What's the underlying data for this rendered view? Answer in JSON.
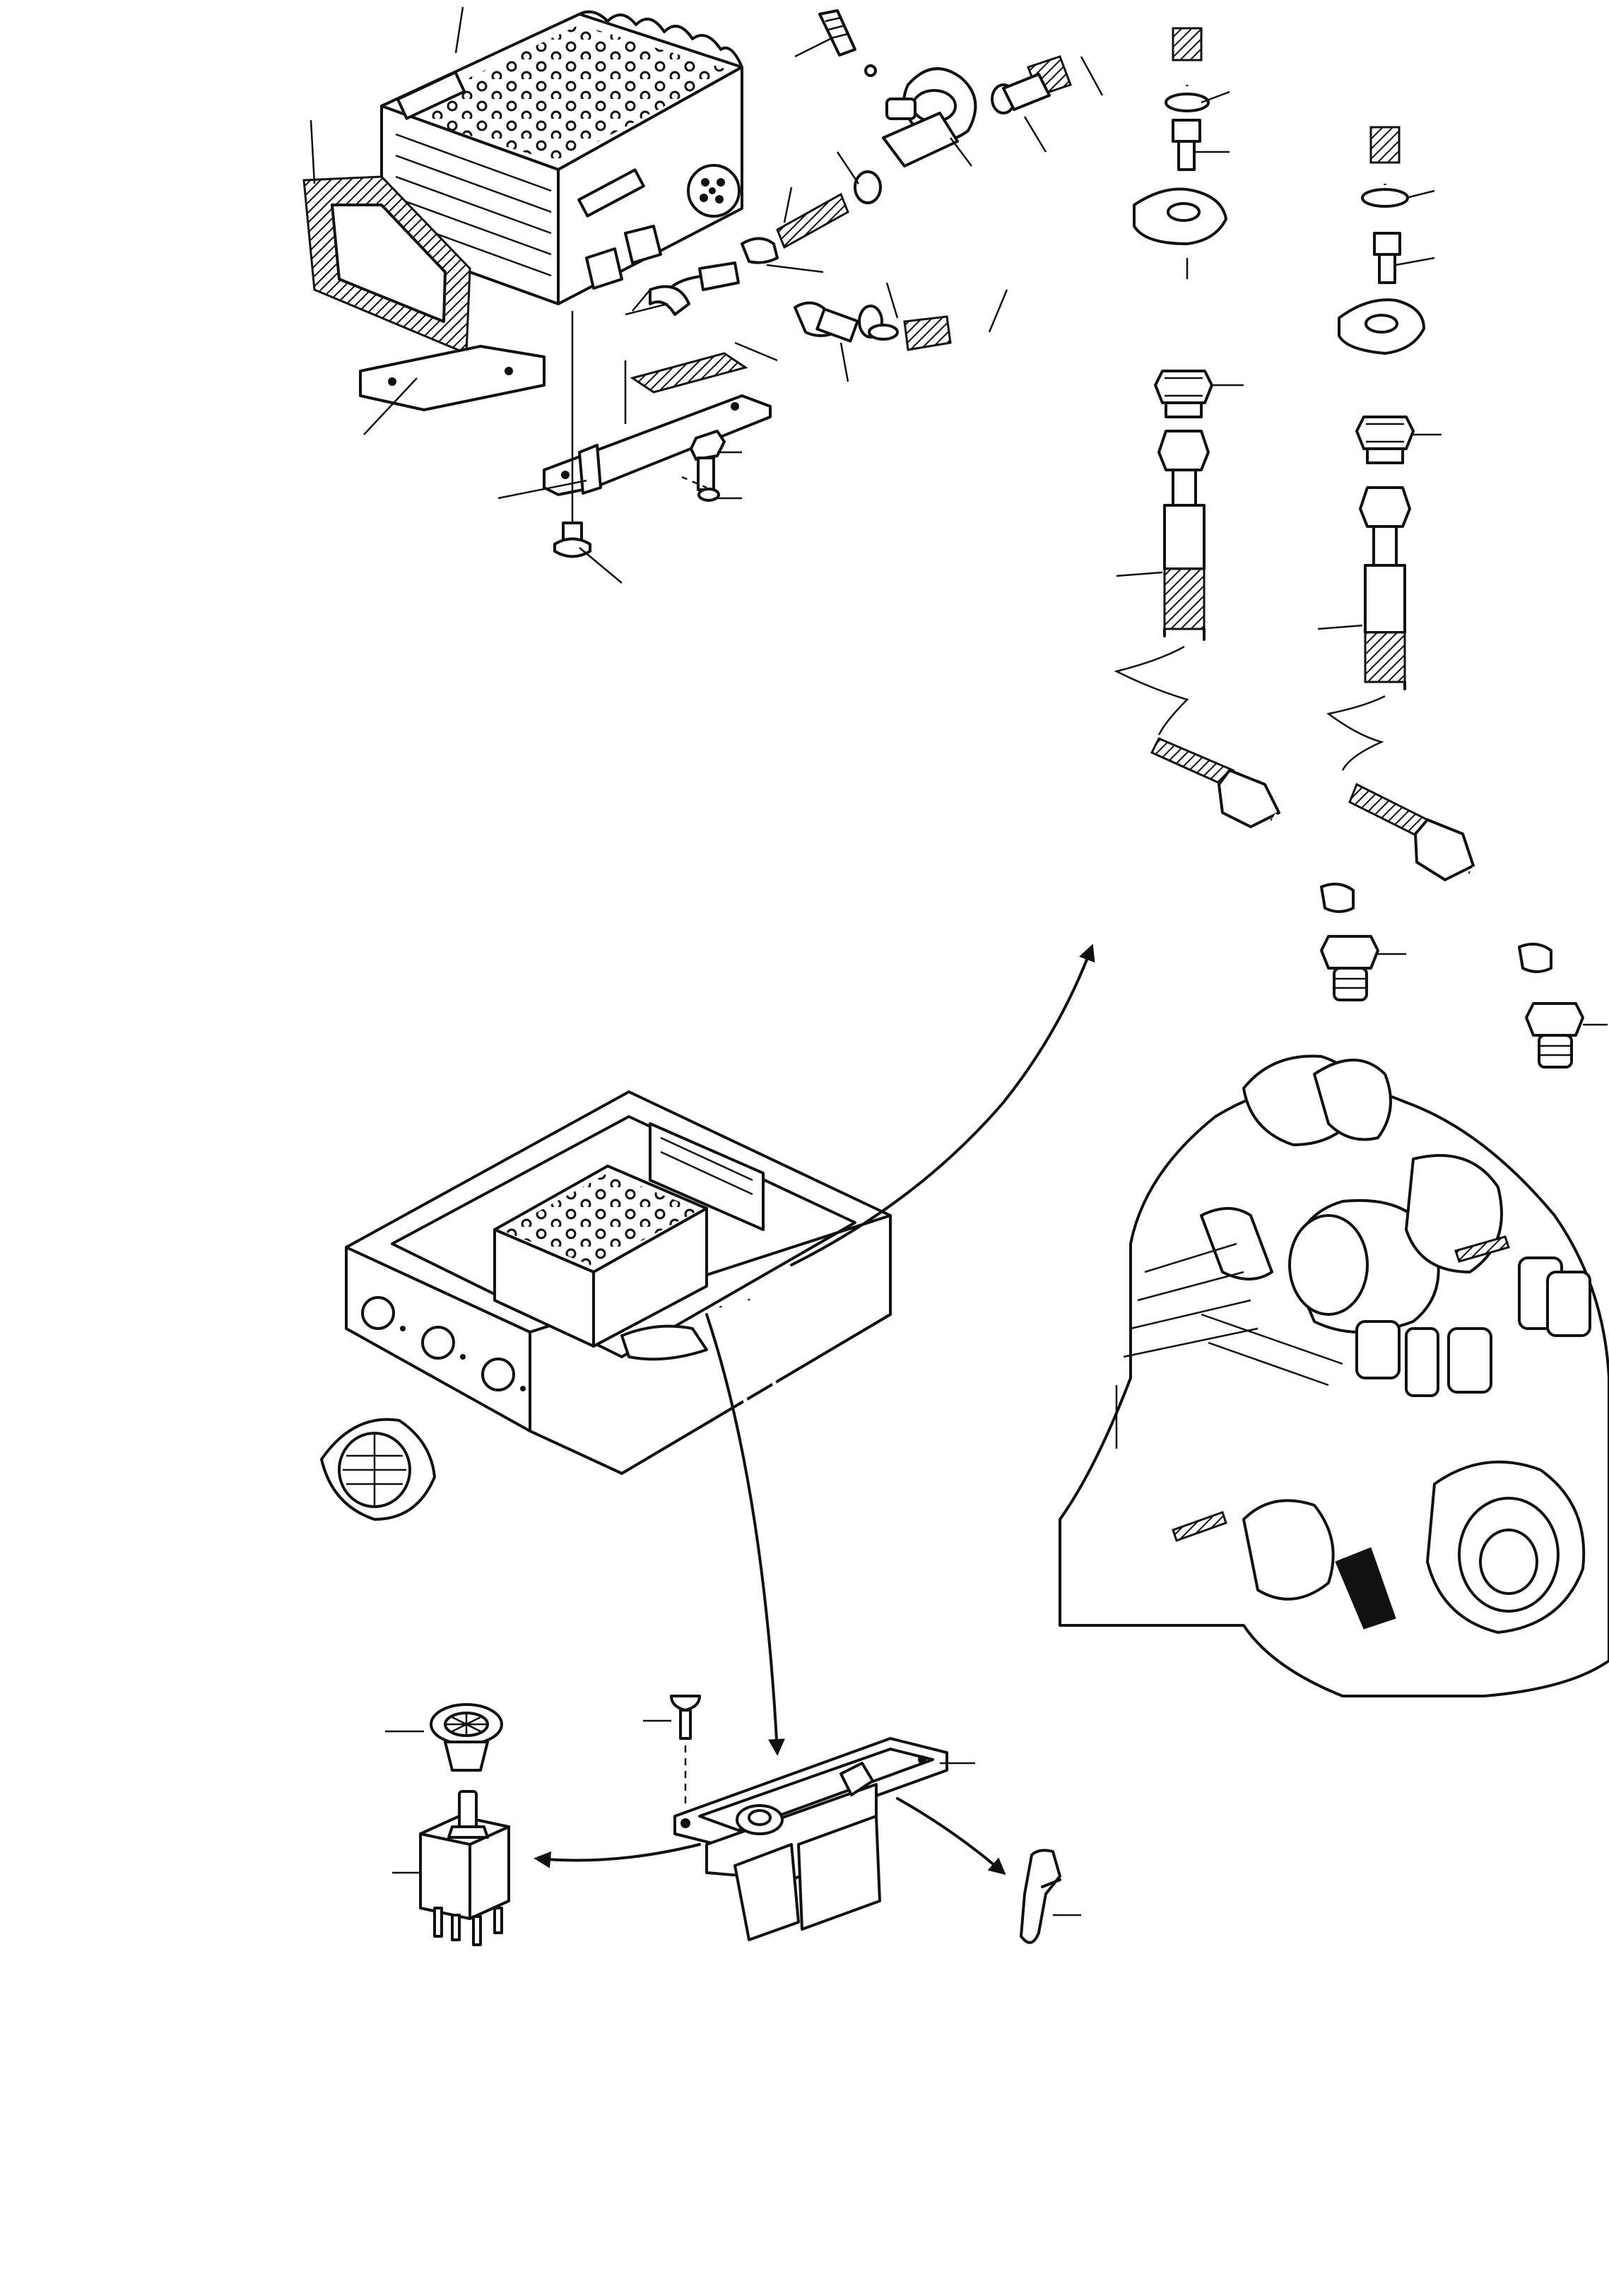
{
  "diagram": {
    "type": "exploded-parts-view",
    "labels": [],
    "colors": {
      "ink": "#111111",
      "background": "#ffffff"
    },
    "parts": [
      "heater-unit",
      "gasket-frame",
      "mounting-bracket",
      "mounting-plate",
      "mounting-strip",
      "support-bracket",
      "bolt",
      "washer",
      "screw",
      "water-valve",
      "hose-clamp",
      "hose",
      "hose-pipe",
      "hose-connector",
      "elbow-fitting",
      "tap-fitting",
      "nipple-adapter",
      "flexible-hose",
      "union-nipple",
      "cab-floor-box",
      "air-vent-grille",
      "engine",
      "switch-panel",
      "fan-switch",
      "switch-knob",
      "control-lever",
      "panel-screw"
    ]
  }
}
